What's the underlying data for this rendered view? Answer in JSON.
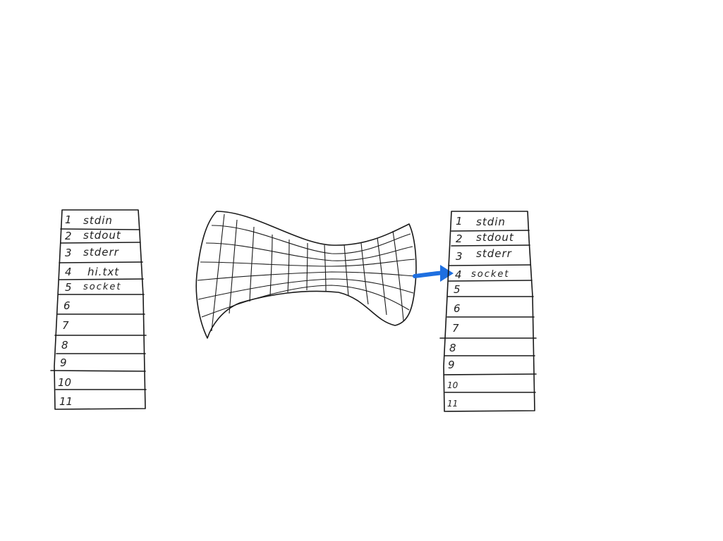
{
  "left_table": {
    "rows": [
      {
        "num": "1",
        "label": "stdin"
      },
      {
        "num": "2",
        "label": "stdout"
      },
      {
        "num": "3",
        "label": "stderr"
      },
      {
        "num": "4",
        "label": "hi.txt"
      },
      {
        "num": "5",
        "label": "socket"
      },
      {
        "num": "6",
        "label": ""
      },
      {
        "num": "7",
        "label": ""
      },
      {
        "num": "8",
        "label": ""
      },
      {
        "num": "9",
        "label": ""
      },
      {
        "num": "10",
        "label": ""
      },
      {
        "num": "11",
        "label": ""
      }
    ]
  },
  "right_table": {
    "rows": [
      {
        "num": "1",
        "label": "stdin"
      },
      {
        "num": "2",
        "label": "stdout"
      },
      {
        "num": "3",
        "label": "stderr"
      },
      {
        "num": "4",
        "label": "socket"
      },
      {
        "num": "5",
        "label": ""
      },
      {
        "num": "6",
        "label": ""
      },
      {
        "num": "7",
        "label": ""
      },
      {
        "num": "8",
        "label": ""
      },
      {
        "num": "9",
        "label": ""
      },
      {
        "num": "10",
        "label": ""
      },
      {
        "num": "11",
        "label": ""
      }
    ]
  },
  "colors": {
    "ink": "#1a1a1a",
    "arrow": "#1e6fe0"
  }
}
